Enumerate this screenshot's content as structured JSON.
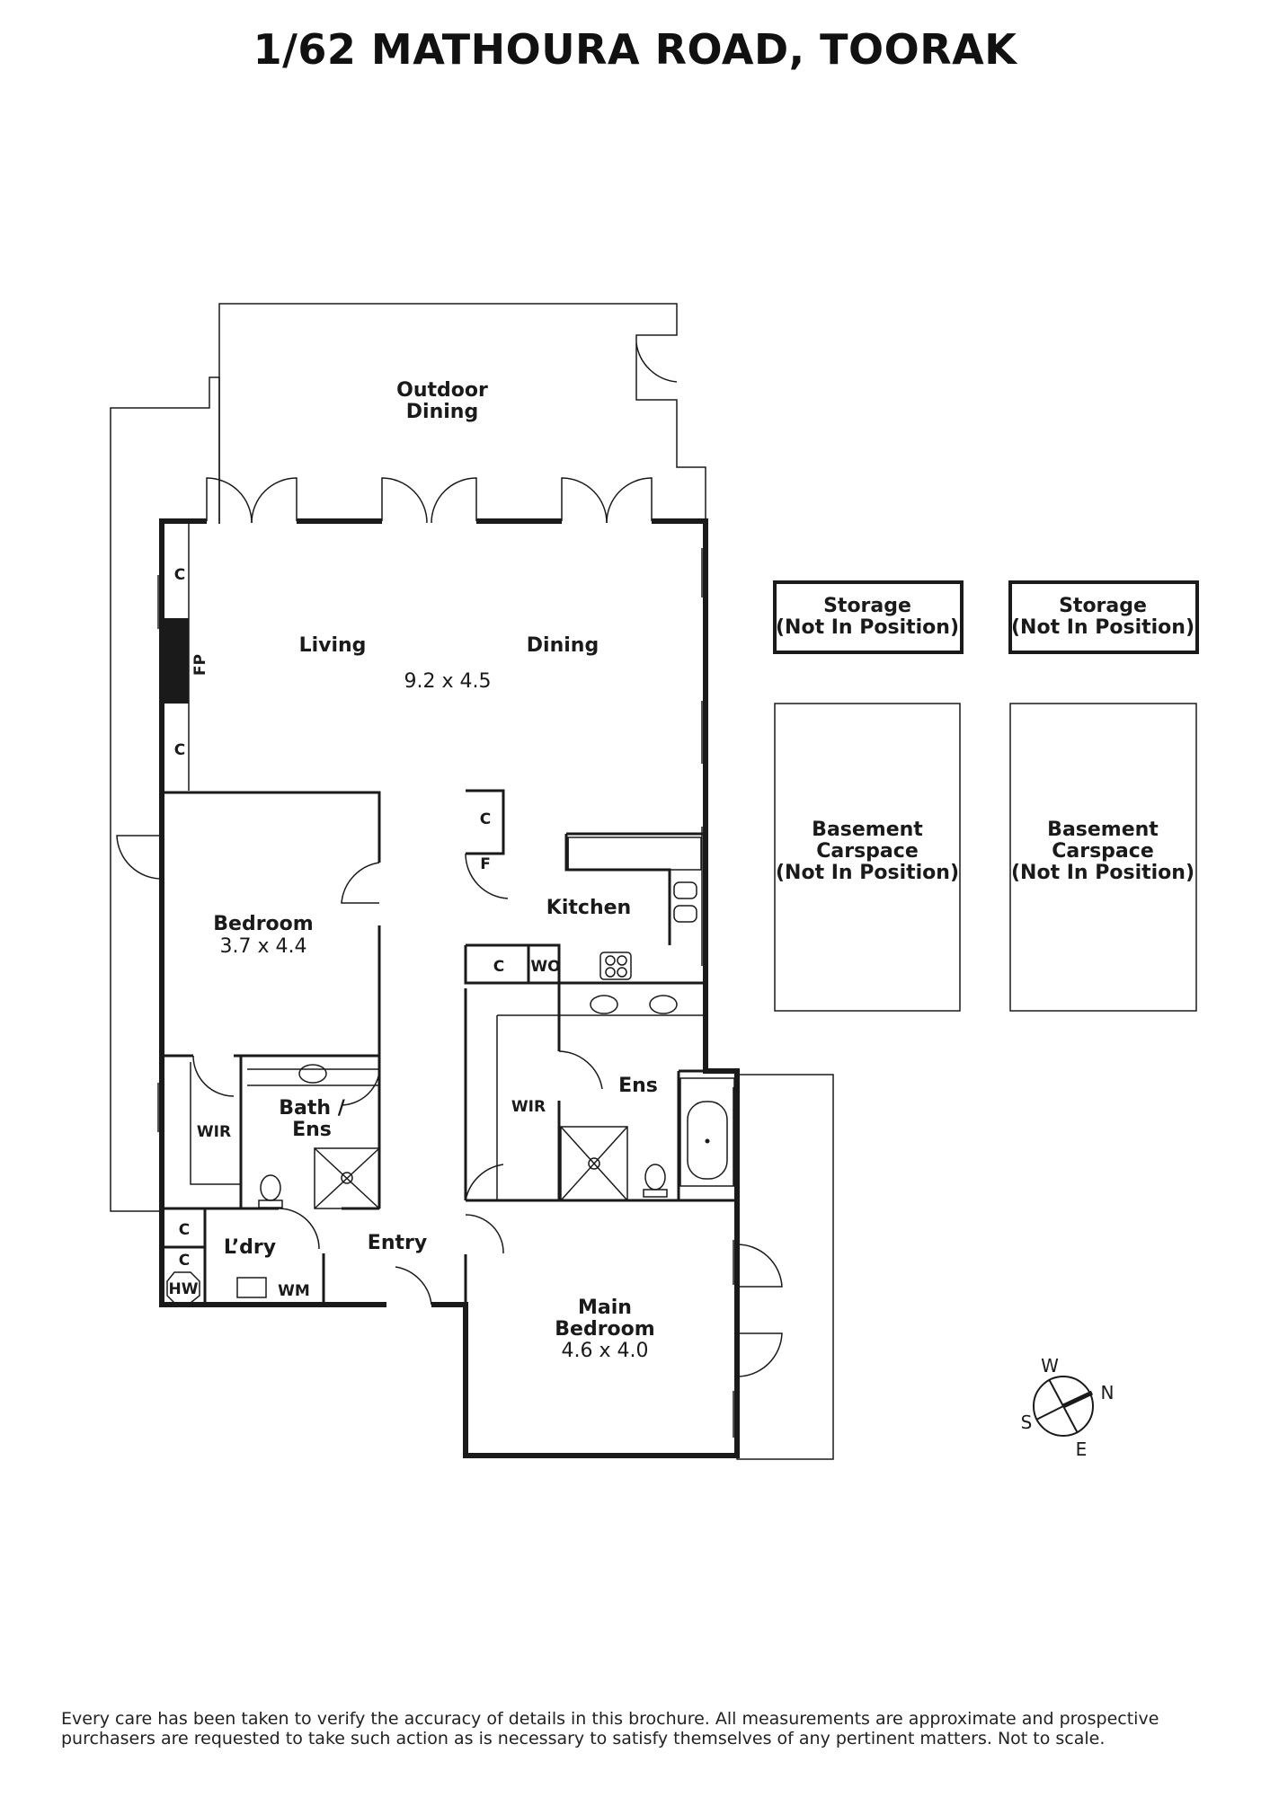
{
  "title": "1/62 MATHOURA ROAD, TOORAK",
  "rooms": {
    "outdoor_dining": [
      "Outdoor",
      "Dining"
    ],
    "living": "Living",
    "dining": "Dining",
    "living_dim": "9.2 x 4.5",
    "fp": "FP",
    "cupboard": "C",
    "bedroom": "Bedroom",
    "bedroom_dim": "3.7 x 4.4",
    "kitchen": "Kitchen",
    "fridge": "F",
    "wall_oven": "WO",
    "wir": "WIR",
    "bath_ens": [
      "Bath /",
      "Ens"
    ],
    "ens": "Ens",
    "laundry": "L’dry",
    "hw": "HW",
    "wm": "WM",
    "entry": "Entry",
    "main_bedroom": [
      "Main",
      "Bedroom"
    ],
    "main_bedroom_dim": "4.6 x 4.0",
    "storage": [
      "Storage",
      "(Not In Position)"
    ],
    "carspace": [
      "Basement",
      "Carspace",
      "(Not In Position)"
    ]
  },
  "compass": {
    "w": "W",
    "n": "N",
    "s": "S",
    "e": "E"
  },
  "disclaimer": "Every care has been taken to verify the accuracy of details in this brochure. All measurements are approximate and prospective purchasers are requested to take such action as is necessary to satisfy themselves of any pertinent matters. Not to scale."
}
